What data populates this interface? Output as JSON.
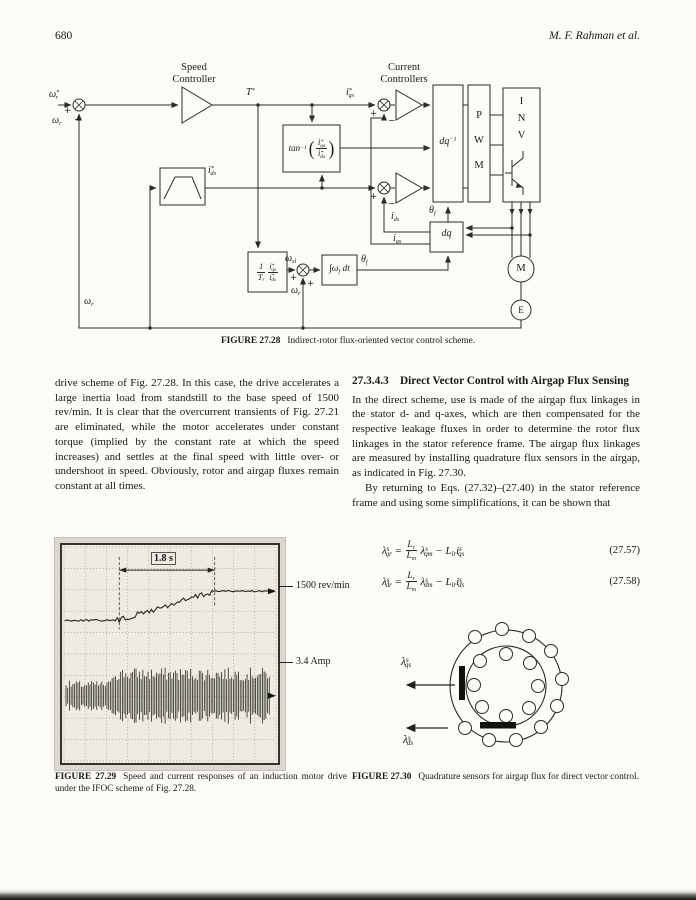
{
  "page": {
    "number": "680",
    "running_head": "M. F. Rahman et al."
  },
  "figure_28": {
    "caption_label": "FIGURE 27.28",
    "caption_text": "Indirect-rotor flux-oriented vector control scheme.",
    "labels": {
      "speed_controller": "Speed Controller",
      "current_controllers": "Current Controllers",
      "omega_ref": "ω^{*}_{r}",
      "omega_fb": "ω_{r}",
      "torque_ref": "T^{*}",
      "iqs_ref": "i^{*}_{qs}",
      "ids_ref": "i^{*}_{ds}",
      "tan_fn": "tan^{−1}",
      "tan_num": "i^{*}_{qs}",
      "tan_den": "i^{*}_{ds}",
      "dq_inverse": "dq^{−1}",
      "pwm": [
        "P",
        "W",
        "M"
      ],
      "inv": [
        "I",
        "N",
        "V"
      ],
      "dq": "dq",
      "theta_f": "θ_{f}",
      "ids_fb": "i_{ds}",
      "iqs_fb": "i_{qs}",
      "slip_num1": "1",
      "slip_den1": "T_{r}",
      "slip_num2": "i^{*}_{qs}",
      "slip_den2": "i^{*}_{ds}",
      "omega_slip": "ω_{sl}",
      "omega_r": "ω_{r}",
      "integrator": "∫ω_{f} dt",
      "motor": "M",
      "encoder": "E",
      "plus": "+",
      "minus": "−",
      "paren_open": "(",
      "paren_close": ")"
    }
  },
  "body": {
    "left_paragraph": "drive scheme of Fig. 27.28. In this case, the drive accelerates a large inertia load from standstill to the base speed of 1500 rev/min. It is clear that the overcurrent transients of Fig. 27.21 are eliminated, while the motor accelerates under constant torque (implied by the constant rate at which the speed increases) and settles at the final speed with little over- or undershoot in speed. Obviously, rotor and airgap fluxes remain constant at all times.",
    "section_number": "27.3.4.3",
    "section_title": "Direct Vector Control with Airgap Flux Sensing",
    "right_paragraph_1": "In the direct scheme, use is made of the airgap flux linkages in the stator d- and q-axes, which are then compensated for the respective leakage fluxes in order to determine the rotor flux linkages in the stator reference frame. The airgap flux linkages are measured by installing quadrature flux sensors in the airgap, as indicated in Fig. 27.30.",
    "right_paragraph_2": "By returning to Eqs. (27.32)–(27.40) in the stator reference frame and using some simplifications, it can be shown that"
  },
  "equations": [
    {
      "lhs": "λ^{s}_{qr} =",
      "frac_num": "L_{r}",
      "frac_den": "L_{m}",
      "rhs": "λ^{s}_{qm} − L_{lr}i^{s}_{qs}",
      "number": "(27.57)"
    },
    {
      "lhs": "λ^{s}_{dr} =",
      "frac_num": "L_{r}",
      "frac_den": "L_{m}",
      "rhs": "λ^{s}_{dm} − L_{lr}i^{s}_{ds}",
      "number": "(27.58)"
    }
  ],
  "figure_29": {
    "caption_label": "FIGURE 27.29",
    "caption_text": "Speed and current responses of an induction motor drive under the IFOC scheme of Fig. 27.28.",
    "annotation_ramp_time": "1.8 s",
    "annotation_speed": "1500 rev/min",
    "annotation_current": "3.4 Amp",
    "chart_data": {
      "type": "line",
      "title": "Speed and current responses of an induction motor drive",
      "series": [
        {
          "name": "speed",
          "unit": "rev/min",
          "initial": 0,
          "final": 1500,
          "ramp_duration_s": 1.8,
          "shape": "constant, linear ramp, constant"
        },
        {
          "name": "stator current",
          "unit": "Amp",
          "amplitude": 3.4,
          "shape": "dense oscillating band"
        }
      ],
      "annotations": [
        "1.8 s",
        "1500 rev/min",
        "3.4 Amp"
      ],
      "grid": "10x10 dotted oscilloscope graticule"
    }
  },
  "figure_30": {
    "caption_label": "FIGURE 27.30",
    "caption_text": "Quadrature sensors for airgap flux for direct vector control.",
    "lambda_qs": "λ^{s}_{qs}",
    "lambda_ds": "λ^{s}_{ds}"
  }
}
